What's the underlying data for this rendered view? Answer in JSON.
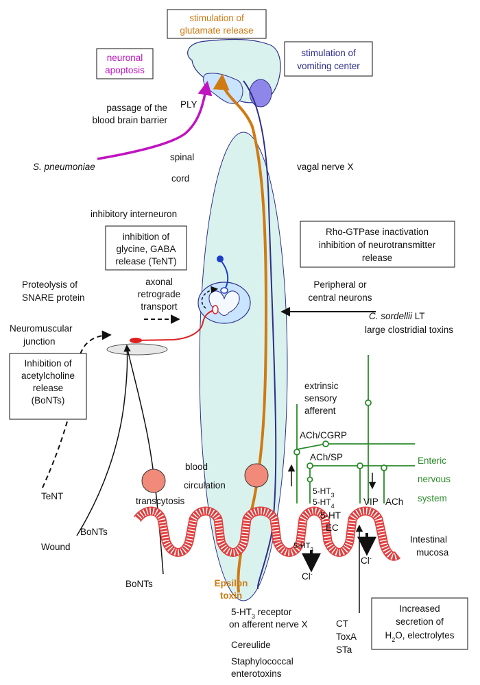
{
  "colors": {
    "orange": "#d07a12",
    "magenta": "#c014c0",
    "navy": "#2e2e8c",
    "green": "#2a8a2a",
    "red": "#e02020",
    "cord_fill": "#d9f2ee",
    "brain_fill": "#c8e4ff",
    "mucosa_stroke": "#e04040",
    "circle_fill": "#f28a7a"
  },
  "labels": {
    "glutamate": [
      "stimulation of",
      "glutamate release"
    ],
    "apoptosis": [
      "neuronal",
      "apoptosis"
    ],
    "vomiting": [
      "stimulation of",
      "vomiting center"
    ],
    "ply": "PLY",
    "bbb": [
      "passage of the",
      "blood brain barrier"
    ],
    "pneumoniae": "S. pneumoniae",
    "spinal": "spinal",
    "cord": "cord",
    "vagal": "vagal nerve X",
    "interneuron": "inhibitory interneuron",
    "glycine": [
      "inhibition of",
      "glycine, GABA",
      "release (TeNT)"
    ],
    "rho": [
      "Rho-GTPase inactivation",
      "inhibition of neurotransmitter",
      "release"
    ],
    "snare": [
      "Proteolysis of",
      "SNARE protein"
    ],
    "axonal": [
      "axonal",
      "retrograde",
      "transport"
    ],
    "peripheral": [
      "Peripheral or",
      "central neurons"
    ],
    "sordellii_italic": "C. sordellii",
    "sordellii_rest": " LT",
    "clostridial": "large clostridial toxins",
    "nmj": [
      "Neuromuscular",
      "junction"
    ],
    "ach_box": [
      "Inhibition of",
      "acetylcholine",
      "release",
      "(BoNTs)"
    ],
    "extrinsic": [
      "extrinsic",
      "sensory",
      "afferent"
    ],
    "ach_cgrp": "ACh/CGRP",
    "ach_sp": "ACh/SP",
    "enteric": [
      "Enteric",
      "nervous",
      "system"
    ],
    "blood": "blood",
    "circulation": "circulation",
    "ht34_base": [
      "5-HT",
      "5-HT"
    ],
    "ht34_sub": [
      "3",
      "4"
    ],
    "tent": "TeNT",
    "transcytosis": "transcytosis",
    "ht_main": "5-HT",
    "ec": "EC",
    "vip": "VIP",
    "ach": "ACh",
    "bonts": "BoNTs",
    "wound": "Wound",
    "ht3_base": "5-HT",
    "ht3_sub": "3",
    "cl": "Cl",
    "cl_sup": "-",
    "mucosa": [
      "Intestinal",
      "mucosa"
    ],
    "epsilon": [
      "Epsilon",
      "toxin"
    ],
    "receptor_line1_base": "5-HT",
    "receptor_line1_sub": "3",
    "receptor_line1_rest": " receptor",
    "receptor_line2": "on afferent nerve X",
    "secretion": [
      "Increased",
      "secretion of"
    ],
    "h2o_a": "H",
    "h2o_sub": "2",
    "h2o_b": "O, electrolytes",
    "ct": "CT",
    "toxa": "ToxA",
    "sta": "STa",
    "cereulide": "Cereulide",
    "staph": [
      "Staphylococcal",
      "enterotoxins"
    ]
  }
}
